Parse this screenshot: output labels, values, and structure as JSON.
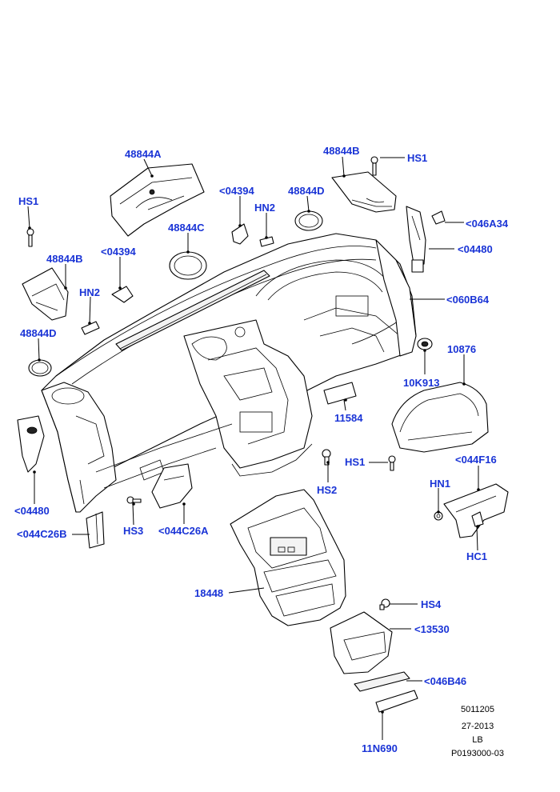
{
  "callouts": {
    "c48844a": "48844A",
    "c48844b_top": "48844B",
    "hs1_top_right": "HS1",
    "hs1_left": "HS1",
    "c04394_top": "<04394",
    "c48844d_top": "48844D",
    "hn2_top": "HN2",
    "c046a34": "<046A34",
    "c48844c": "48844C",
    "c48844b_left": "48844B",
    "c04394_left": "<04394",
    "c04480_right": "<04480",
    "hn2_left": "HN2",
    "c060b64": "<060B64",
    "c48844d_left": "48844D",
    "c10876": "10876",
    "c10k913": "10K913",
    "c11584": "11584",
    "hs1_mid": "HS1",
    "c044f16": "<044F16",
    "hs2": "HS2",
    "c04480_left": "<04480",
    "hn1": "HN1",
    "c044c26b": "<044C26B",
    "hs3": "HS3",
    "c044c26a": "<044C26A",
    "hc1": "HC1",
    "c18448": "18448",
    "hs4": "HS4",
    "c13530": "<13530",
    "c046b46": "<046B46",
    "c11n690": "11N690"
  },
  "reference_block": {
    "line1": "5011205",
    "line2": "27-2013",
    "line3": "LB",
    "line4": "P0193000-03"
  }
}
